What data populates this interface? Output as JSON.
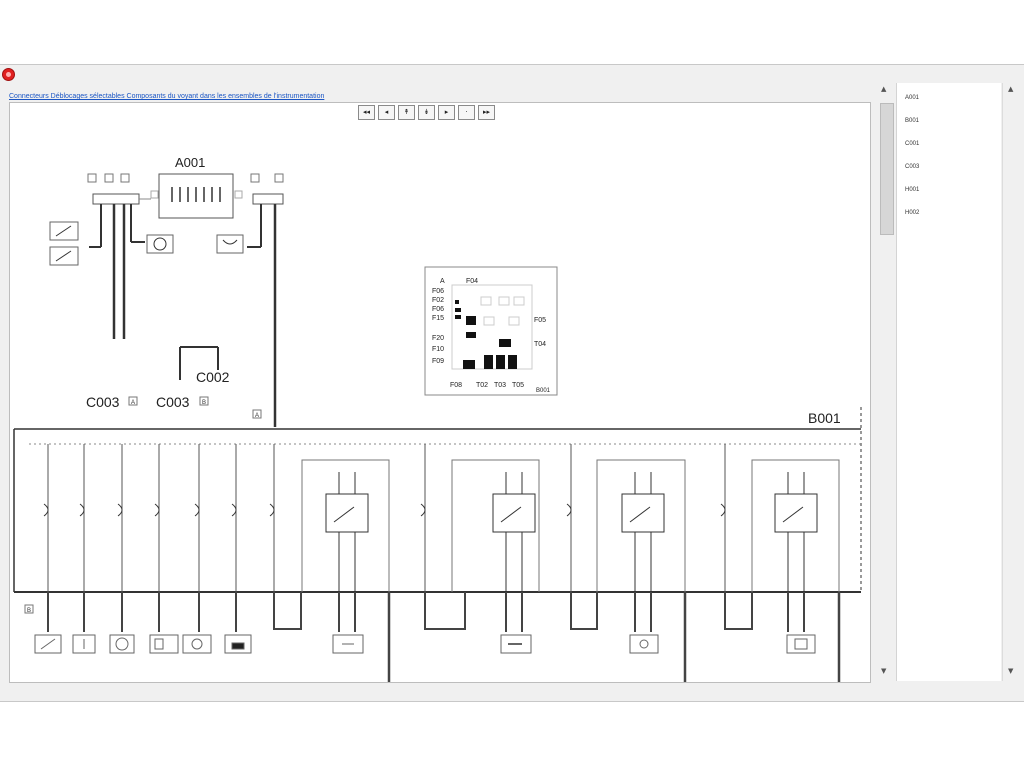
{
  "window": {
    "close_icon": "red-circle-close-icon"
  },
  "breadcrumb": "Connecteurs Déblocages sélectables Composants du voyant dans les ensembles de l'instrumentation",
  "toolbar": [
    {
      "name": "first-page-button",
      "glyph": "◂◂"
    },
    {
      "name": "prev-page-button",
      "glyph": "◂"
    },
    {
      "name": "up-button",
      "glyph": "↟"
    },
    {
      "name": "down-button",
      "glyph": "↡"
    },
    {
      "name": "next-page-button",
      "glyph": "▸"
    },
    {
      "name": "blank-button",
      "glyph": "·"
    },
    {
      "name": "last-page-button",
      "glyph": "▸▸"
    }
  ],
  "sidebar": {
    "items": [
      {
        "label": "A001"
      },
      {
        "label": "B001"
      },
      {
        "label": "C001"
      },
      {
        "label": "C003"
      },
      {
        "label": "H001"
      },
      {
        "label": "H002"
      }
    ]
  },
  "diagram": {
    "labels": {
      "a001": "A001",
      "b001": "B001",
      "c002": "C002",
      "c003": "C003",
      "conn_a": "A",
      "conn_b": "B",
      "conn_a_small": "A",
      "conn_b_small": "B",
      "b001_pin_left": "A",
      "b001_pin_bottom": "B",
      "fusebox_a": "A",
      "f04": "F04",
      "f05": "F05",
      "t04": "T04",
      "f08": "F08",
      "t02": "T02",
      "t03": "T03",
      "t05": "T05",
      "b001_small": "B001",
      "f_rows": [
        "F06",
        "F02",
        "F06",
        "F15",
        "F20",
        "F10",
        "F09"
      ]
    }
  },
  "colors": {
    "link": "#1a55c4",
    "close": "#e02020",
    "line": "#333333"
  }
}
